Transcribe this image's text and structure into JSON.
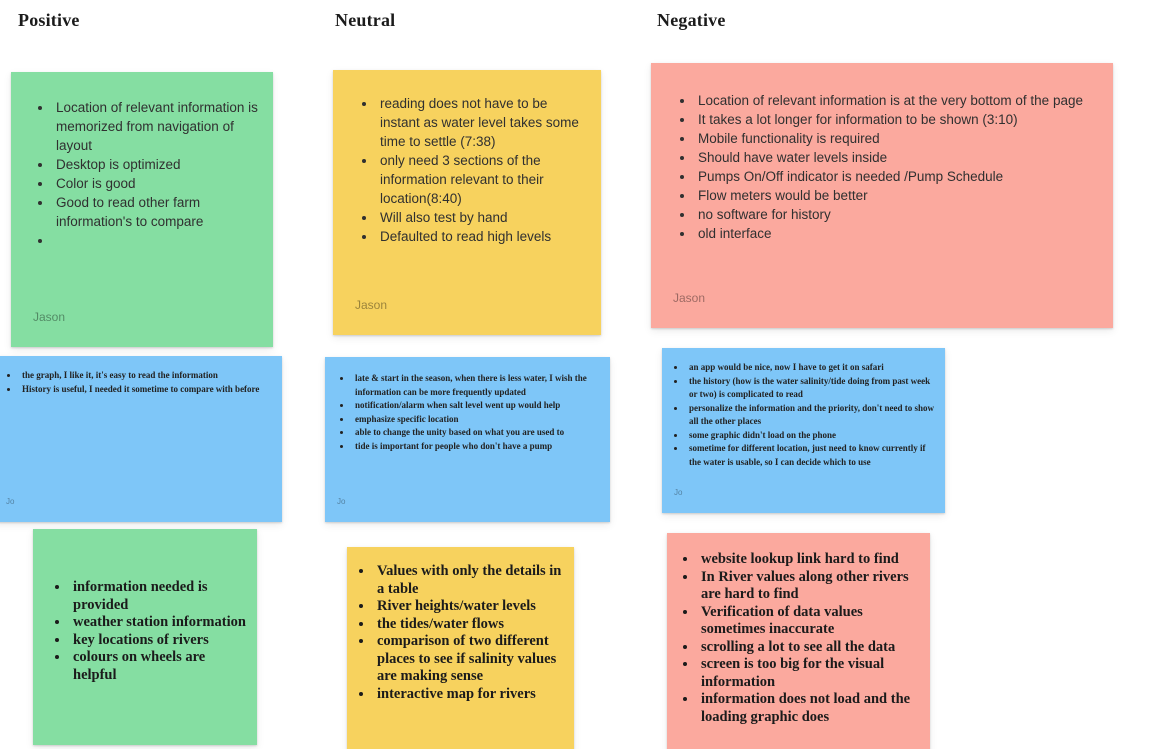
{
  "palette": {
    "green": "#85dea2",
    "yellow": "#f7d25e",
    "red": "#fba99e",
    "blue": "#7ec6f8"
  },
  "columns": [
    {
      "header": "Positive",
      "notes": [
        {
          "color_hex": "#85dea2",
          "author": "Jason",
          "bullets": [
            "Location of relevant information is memorized from navigation of layout",
            "Desktop is optimized",
            "Color is good",
            "Good to read other farm information's to compare",
            ""
          ]
        },
        {
          "color_hex": "#7ec6f8",
          "author": "Jo",
          "bullets": [
            "the graph, I like it, it's easy to read the information",
            "History is useful, I needed it sometime to compare with before"
          ]
        },
        {
          "color_hex": "#85dea2",
          "bullets": [
            "information needed is provided",
            "weather station information",
            "key locations of rivers",
            "colours on wheels are helpful"
          ]
        }
      ]
    },
    {
      "header": "Neutral",
      "notes": [
        {
          "color_hex": "#f7d25e",
          "author": "Jason",
          "bullets": [
            "reading does not have to be instant as water level takes some time to settle (7:38)",
            "only need 3 sections of the information relevant to their location(8:40)",
            "Will also test by hand",
            "Defaulted to read high levels"
          ]
        },
        {
          "color_hex": "#7ec6f8",
          "author": "Jo",
          "bullets": [
            "late & start in the season, when there is less water, I wish the information can be more frequently updated",
            "notification/alarm when salt level went up would help",
            "emphasize specific location",
            "able to change the unity based on what you are used to",
            "tide is important for people who don't have a pump"
          ]
        },
        {
          "color_hex": "#f7d25e",
          "bullets": [
            "Values with only the details in a table",
            "River heights/water levels",
            "the tides/water flows",
            "comparison of two different places to see if salinity values are making sense",
            "interactive map for rivers"
          ]
        }
      ]
    },
    {
      "header": "Negative",
      "notes": [
        {
          "color_hex": "#fba99e",
          "author": "Jason",
          "bullets": [
            "Location of relevant information is at the very bottom of the page",
            "It takes a lot longer for information to be shown (3:10)",
            "Mobile functionality is required",
            "Should have water levels inside",
            "Pumps On/Off indicator is needed /Pump Schedule",
            "Flow meters would be better",
            "no software for history",
            "old interface"
          ]
        },
        {
          "color_hex": "#7ec6f8",
          "author": "Jo",
          "bullets": [
            "an app would be nice, now I have to get it on safari",
            "the history (how is the water salinity/tide doing from past week or two) is complicated to read",
            "personalize the information and the priority, don't need to show all the other places",
            "some graphic didn't load on the phone",
            "sometime for different location, just need to know currently if the water is usable, so I can decide which to use"
          ]
        },
        {
          "color_hex": "#fba99e",
          "bullets": [
            "website lookup link hard to find",
            "In River values along other rivers are hard to find",
            "Verification of data values sometimes inaccurate",
            "scrolling a lot to see all the data",
            "screen is too big for the visual information",
            "information does not load and the loading graphic does"
          ]
        }
      ]
    }
  ]
}
